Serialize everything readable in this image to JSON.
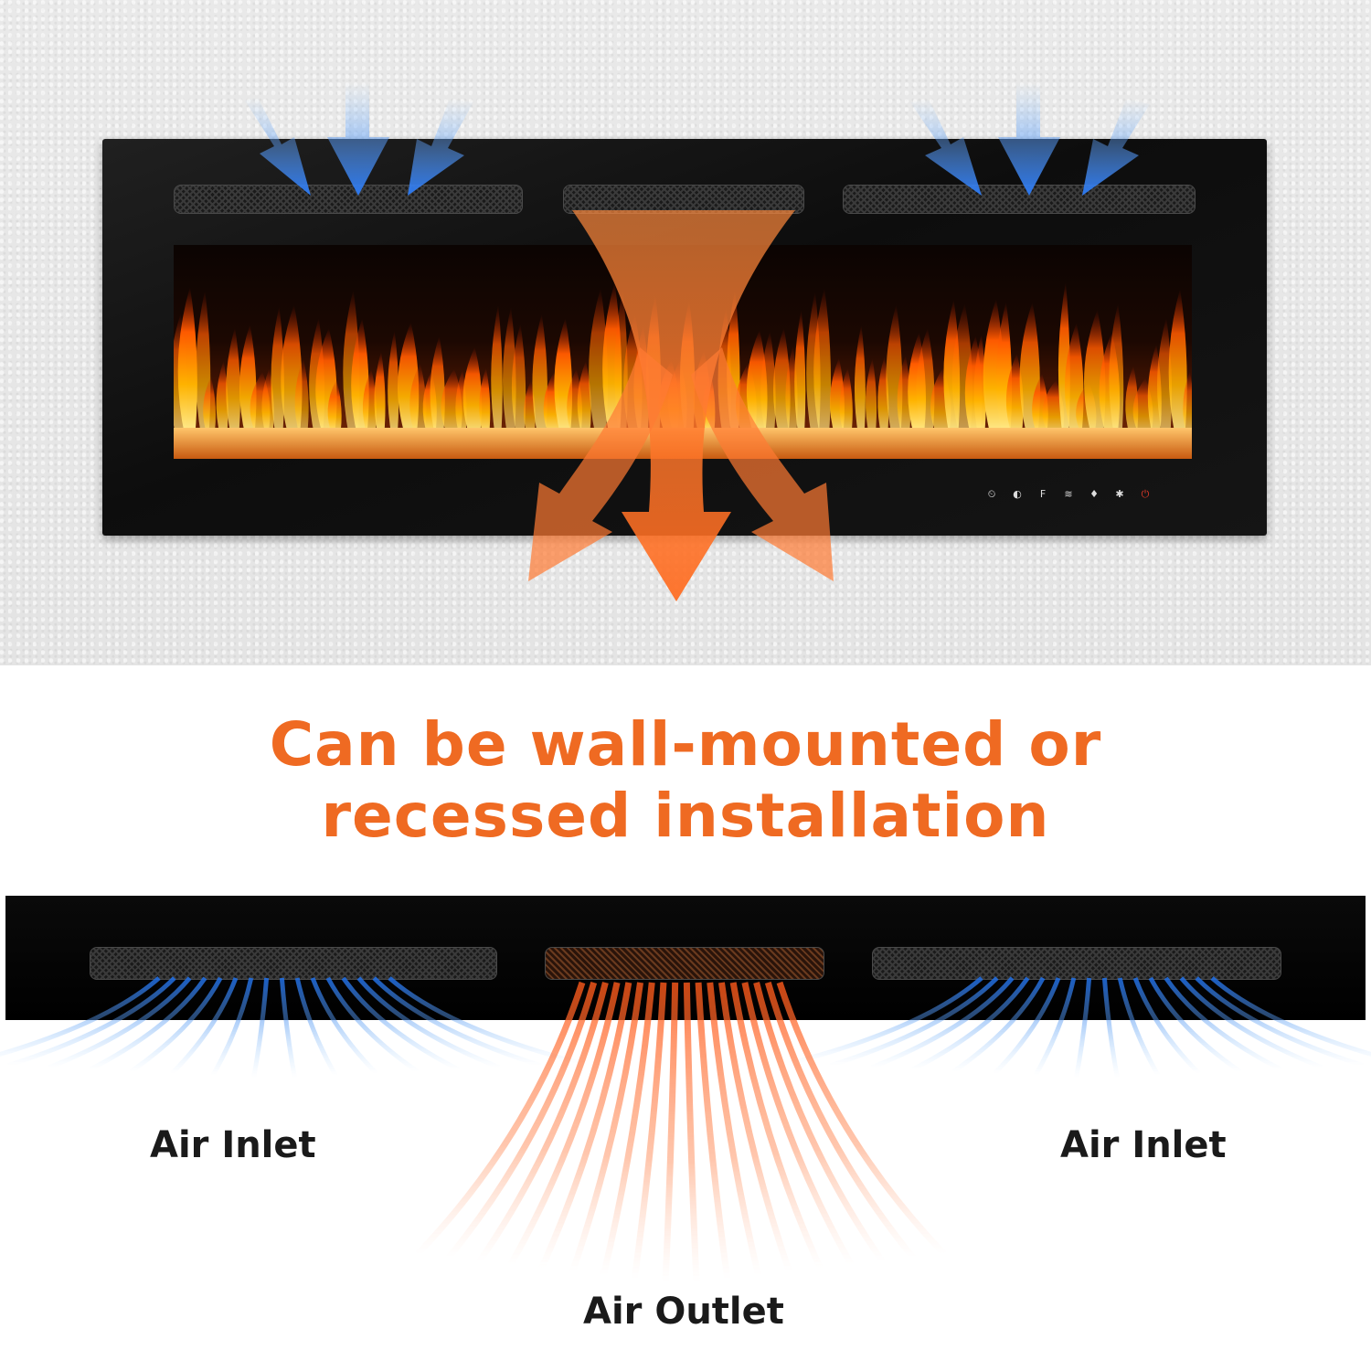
{
  "headline": {
    "line1": "Can be wall-mounted or",
    "line2": "recessed installation"
  },
  "labels": {
    "left_inlet": "Air Inlet",
    "right_inlet": "Air Inlet",
    "outlet": "Air Outlet"
  },
  "colors": {
    "headline": "#ef6a22",
    "inlet_air": "#3a8dff",
    "outlet_air": "#ff6a2a",
    "frame": "#111111",
    "wall": "#e7e7e7"
  },
  "control_panel": {
    "icons": [
      "timer-icon",
      "eco-icon",
      "fahrenheit-icon",
      "heat-icon",
      "flame-icon",
      "light-icon",
      "power-icon"
    ]
  }
}
